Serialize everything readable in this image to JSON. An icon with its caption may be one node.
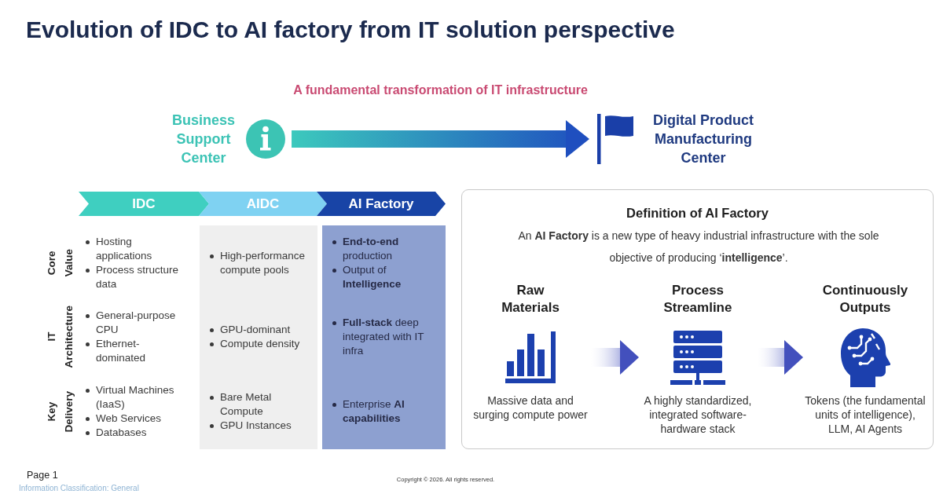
{
  "diagram": {
    "title": "Evolution of IDC to AI factory from IT solution perspective",
    "nodes": [
      {
        "text": [
          "Business Support Center"
        ]
      },
      {
        "text": [
          "Digital Product Manufacturing Center"
        ]
      },
      {
        "text": [
          "IDC"
        ]
      },
      {
        "text": [
          "AIDC"
        ]
      },
      {
        "text": [
          "AI Factory"
        ]
      },
      {
        "text": [
          "High-performance compute pools",
          "GPU-dominant",
          "Compute density",
          "Bare Metal Compute",
          "GPU Instances"
        ]
      },
      {
        "text": [
          "**End-to-end** production",
          "Output of **Intelligence**",
          "**Full-stack** deep integrated with IT infra",
          "Enterprise **AI capabilities**"
        ]
      },
      {
        "text": [
          "Definition of AI Factory",
          "An **AI Factory** is a new type of heavy industrial infrastructure with the sole objective of producing ‘**intelligence**’."
        ]
      },
      {
        "text": [
          "Raw Materials",
          "Massive data and surging compute power"
        ],
        "in": 7
      },
      {
        "text": [
          "Process Streamline",
          "A highly standardized, integrated software-hardware stack"
        ],
        "in": 7
      },
      {
        "text": [
          "Continuously Outputs",
          "Tokens (the fundamental units of intelligence), LLM, AI Agents"
        ],
        "in": 7
      }
    ],
    "edges": [
      {
        "from": 0,
        "to": 1,
        "arrow": "to",
        "label": "A fundamental transformation of IT infrastructure",
        "color": "#1f4fbf"
      },
      {
        "from": 8,
        "to": 9,
        "arrow": "to"
      },
      {
        "from": 9,
        "to": 10,
        "arrow": "to"
      }
    ],
    "labels": [
      "Core Value",
      "Hosting applications",
      "Process structure data",
      "IT Architecture",
      "General-purpose CPU",
      "Ethernet-dominated",
      "Key Delivery",
      "Virtual Machines (IaaS)",
      "Web Services",
      "Databases",
      "Page 1",
      "Copyright © 2026. All rights reserved.",
      "Information Classification: General"
    ]
  }
}
